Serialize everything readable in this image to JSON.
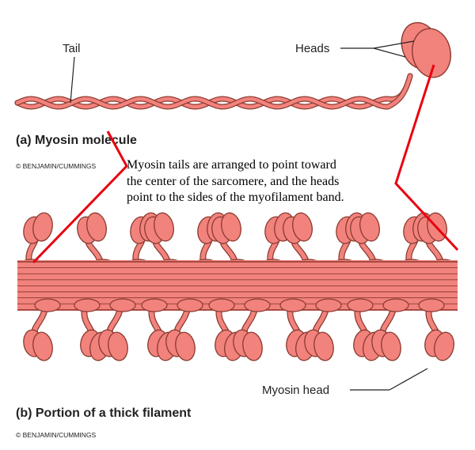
{
  "panel_a": {
    "tail_label": "Tail",
    "heads_label": "Heads",
    "title": "(a)  Myosin molecule",
    "credit": "© BENJAMIN/CUMMINGS"
  },
  "caption": {
    "lines": [
      "Myosin tails are arranged to point toward",
      "the center of the sarcomere, and the heads",
      "point to the sides of the myofilament band."
    ]
  },
  "panel_b": {
    "head_label": "Myosin head",
    "title": "(b)  Portion of a thick filament",
    "credit": "© BENJAMIN/CUMMINGS"
  },
  "colors": {
    "fill": "#f2827c",
    "outline": "#8a3a30",
    "annotation": "#e8000f"
  }
}
